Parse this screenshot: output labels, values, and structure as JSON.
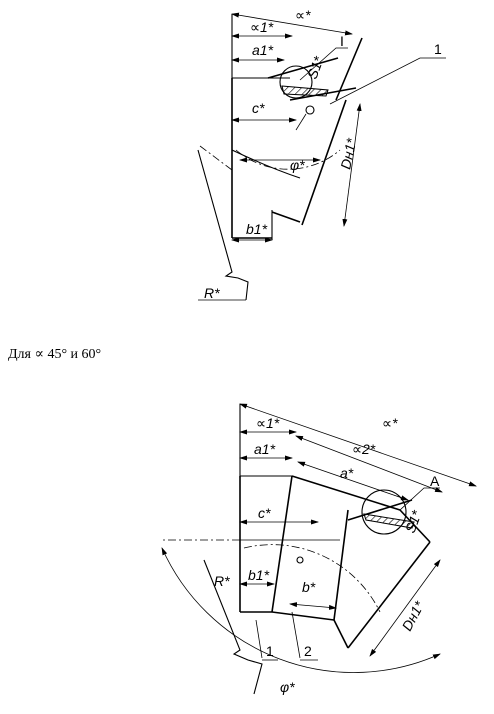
{
  "caption": "Для ∝ 45° и 60°",
  "figure1": {
    "labels": {
      "alpha": "∝*",
      "alpha1": "∝1*",
      "a1": "a1*",
      "c": "c*",
      "s1": "S1*",
      "phi": "φ*",
      "dn1": "Dн1*",
      "b1": "b1*",
      "r": "R*",
      "callout_detail": "I",
      "callout_1": "1"
    }
  },
  "figure2": {
    "labels": {
      "alpha": "∝*",
      "alpha1": "∝1*",
      "alpha2": "∝2*",
      "a1": "a1*",
      "a": "a*",
      "c": "c*",
      "s1": "S1*",
      "b1": "b1*",
      "b": "b*",
      "r": "R*",
      "dn1": "Dн1*",
      "phi": "φ*",
      "callout_a": "A",
      "callout_1": "1",
      "callout_2": "2"
    }
  }
}
